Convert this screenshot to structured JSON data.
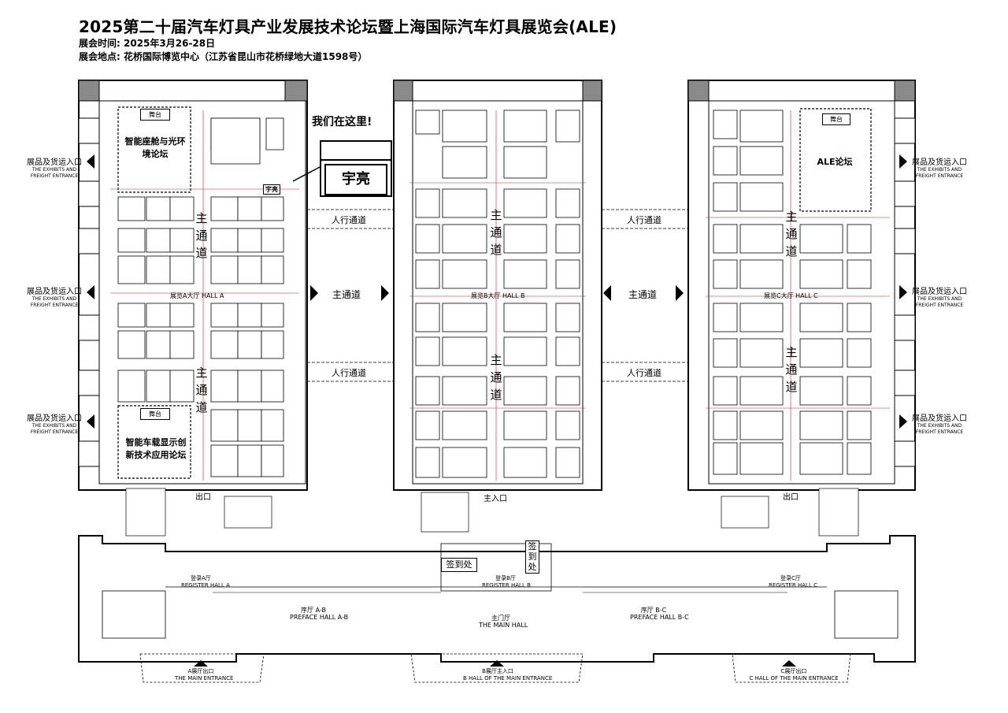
{
  "header": {
    "title": "2025第二十届汽车灯具产业发展技术论坛暨上海国际汽车灯具展览会(ALE)",
    "time_label": "展会时间:",
    "time_value": "2025年3月26-28日",
    "place_label": "展会地点:",
    "place_value": "花桥国际博览中心（江苏省昆山市花桥绿地大道1598号）"
  },
  "callout": {
    "text": "我们在这里!",
    "booth_big": "宇亮",
    "booth_small": "宇亮"
  },
  "halls": {
    "a": "展览A大厅      HALL A",
    "b": "展览B大厅      HALL B",
    "c": "展览C大厅      HALL C"
  },
  "main_channel_chars": [
    "主",
    "通",
    "道"
  ],
  "channels": {
    "pedestrian": "人行通道",
    "main": "主通道"
  },
  "freight_entrance": {
    "cn": "展品及货运入口",
    "en1": "THE EXHIBITS AND",
    "en2": "FREIGHT ENTRANCE"
  },
  "forums": {
    "a_top": "智能座舱与光环境论坛",
    "a_bottom": "智能车载显示创新技术应用论坛",
    "c_top": "ALE论坛",
    "stage": "舞台"
  },
  "exits": {
    "exit": "出口",
    "main_entrance": "主入口"
  },
  "sign_in": {
    "horizontal": "签到处",
    "vertical": "签到处"
  },
  "register": {
    "a_cn": "登录A厅",
    "a_en": "REGISTER HALL A",
    "b_cn": "登录B厅",
    "b_en": "REGISTER HALL B",
    "c_cn": "登录C厅",
    "c_en": "REGISTER HALL C"
  },
  "preface": {
    "ab_cn": "序厅  A-B",
    "ab_en": "PREFACE HALL A-B",
    "bc_cn": "序厅  B-C",
    "bc_en": "PREFACE HALL B-C",
    "main_cn": "主门厅",
    "main_en": "THE MAIN HALL"
  },
  "bottom_entrances": {
    "a_cn": "A展厅出口",
    "a_en": "THE MAIN ENTRANCE",
    "b_cn": "B展厅主入口",
    "b_en": "B HALL OF THE MAIN ENTRANCE",
    "c_cn": "C展厅出口",
    "c_en": "C HALL OF THE MAIN ENTRANCE"
  },
  "colors": {
    "line": "#000000",
    "dimension_red": "#d22020",
    "wall_gray": "#8a8a8a",
    "fill_gray": "#d9d9d9"
  }
}
